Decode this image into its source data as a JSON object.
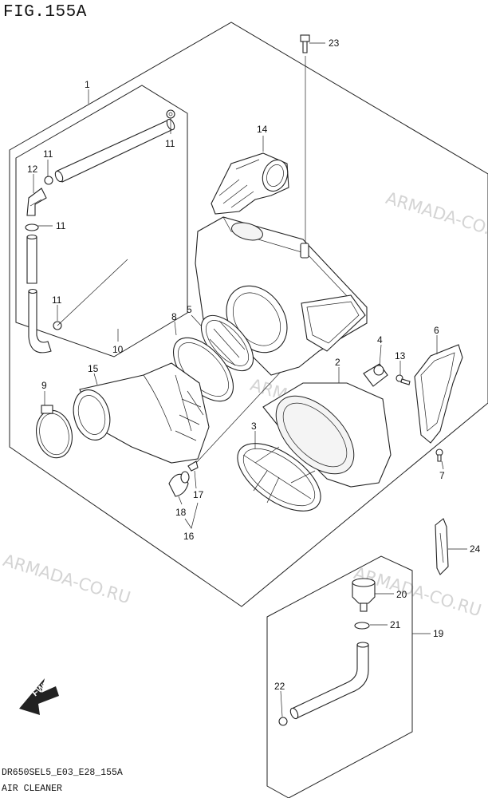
{
  "header": {
    "figure_title": "FIG.155A"
  },
  "footer": {
    "model_code": "DR650SEL5_E03_E28_155A",
    "section_name": "AIR CLEANER"
  },
  "watermarks": [
    "ARMADA-CO.RU",
    "ARMADA-CO.RU",
    "ARMADA-CO.RU",
    "ARMADA-CO.RU"
  ],
  "fwd_label": "FWD",
  "callouts": {
    "c1": "1",
    "c2": "2",
    "c3": "3",
    "c4": "4",
    "c6": "6",
    "c7": "7",
    "c8": "8",
    "c9": "9",
    "c10": "10",
    "c11a": "11",
    "c11b": "11",
    "c11c": "11",
    "c11d": "11",
    "c12": "12",
    "c13": "13",
    "c14": "14",
    "c15": "15",
    "c16": "16",
    "c17": "17",
    "c18": "18",
    "c19": "19",
    "c20": "20",
    "c21": "21",
    "c22": "22",
    "c23": "23",
    "c24": "24",
    "c5": "5"
  }
}
